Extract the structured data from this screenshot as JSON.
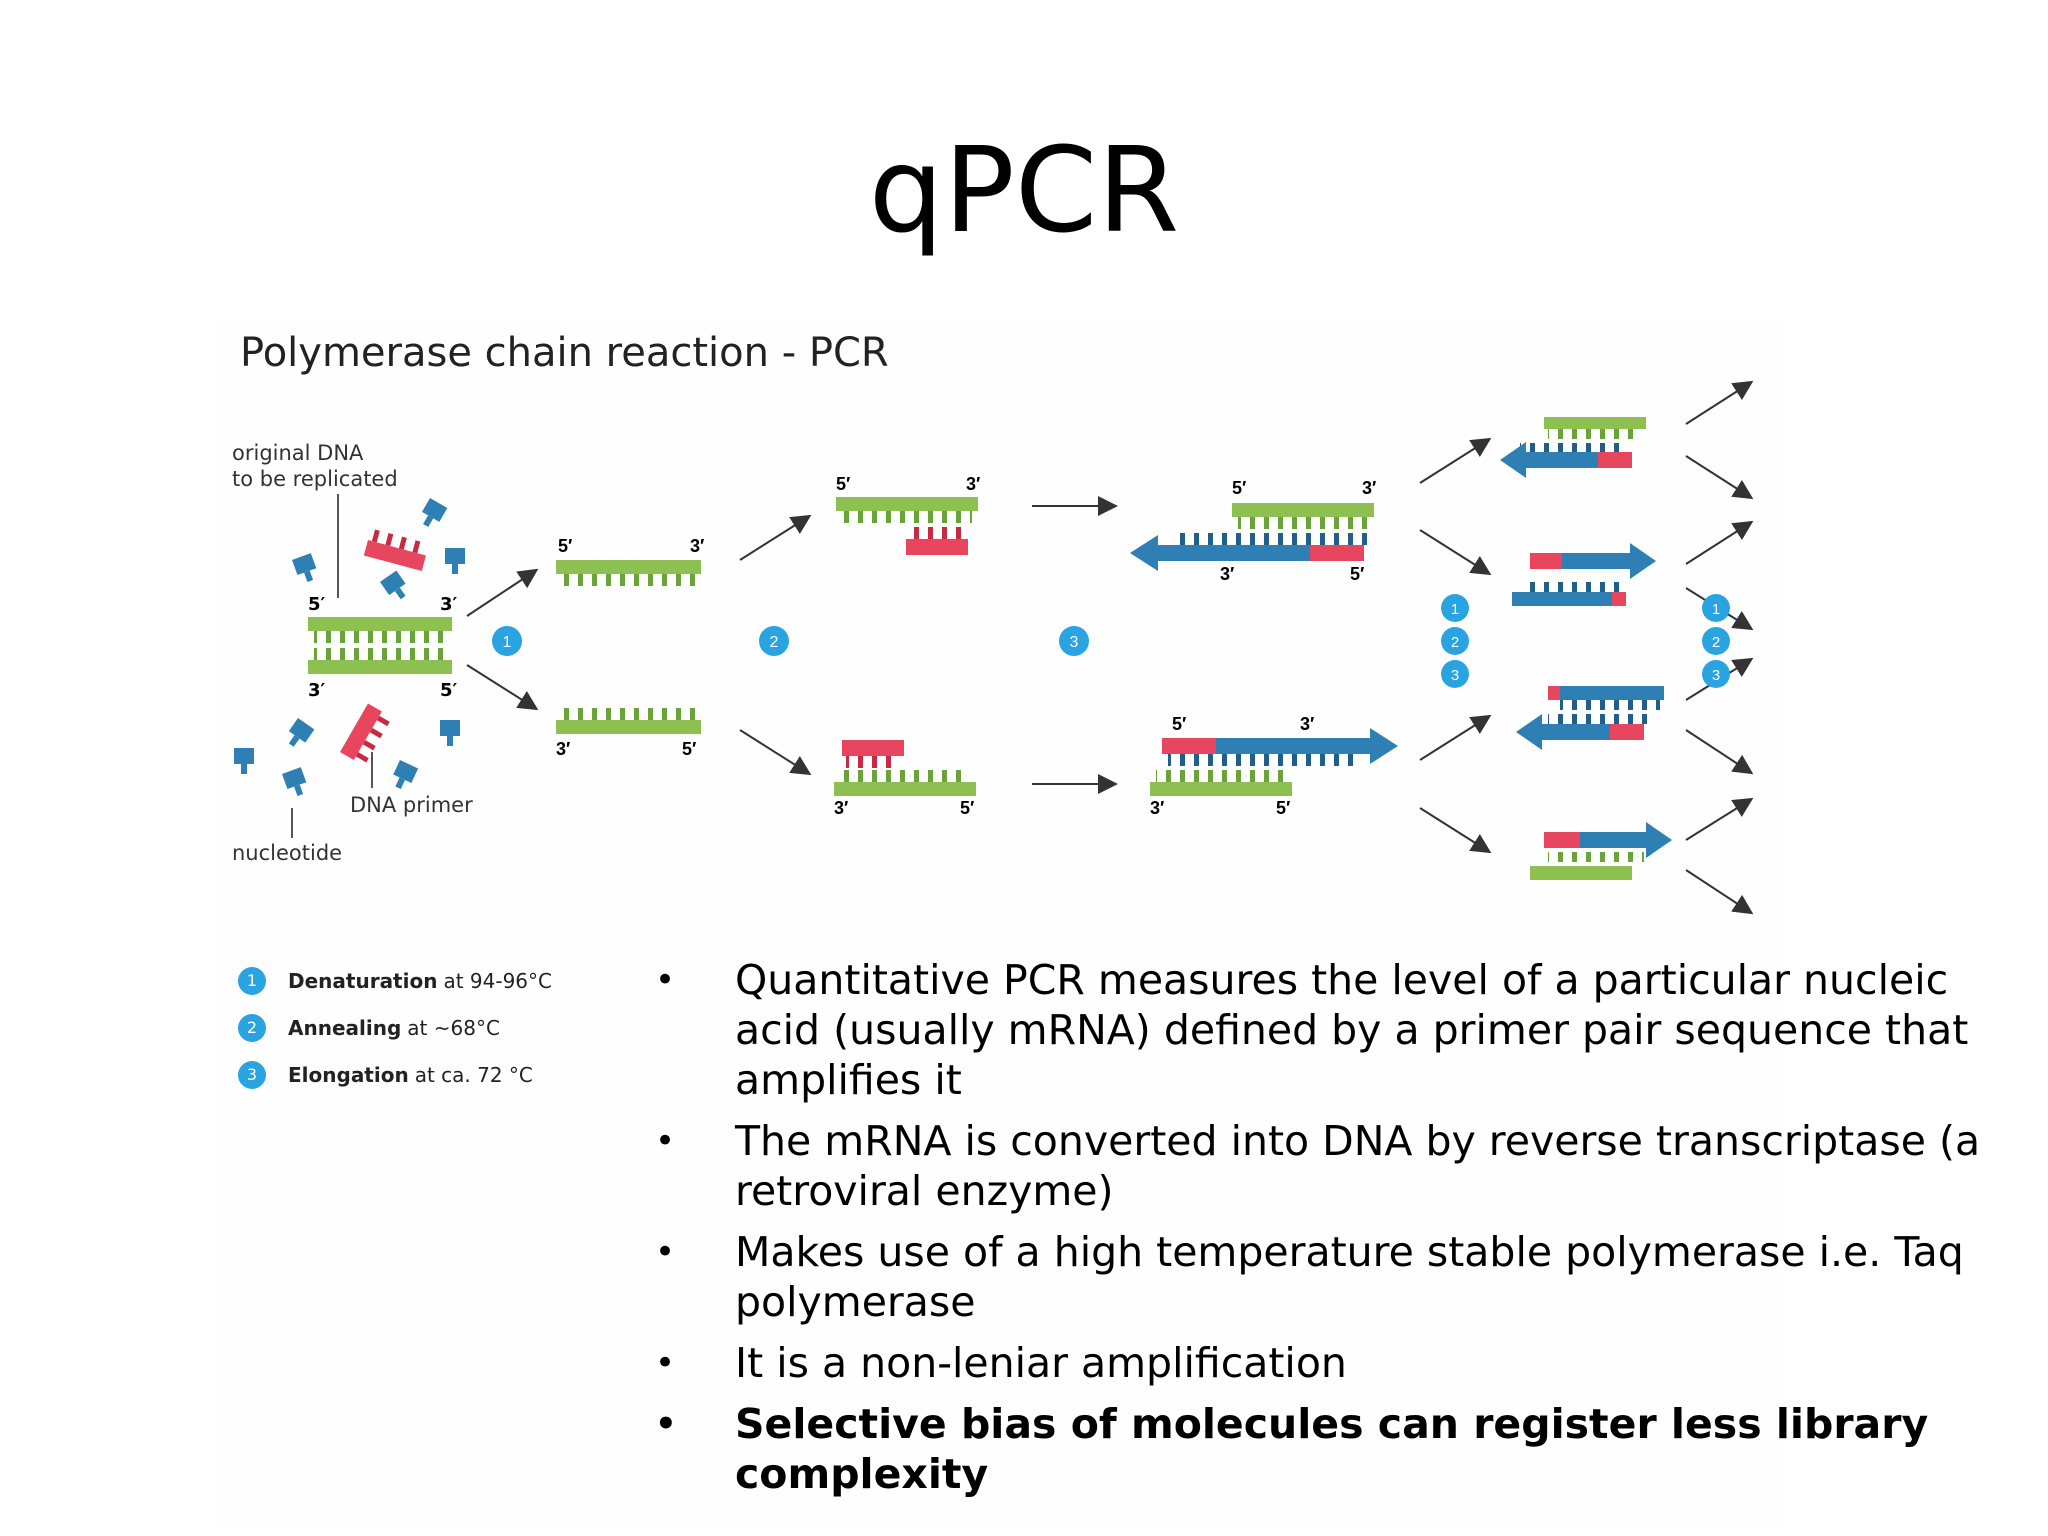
{
  "slide": {
    "title": "qPCR"
  },
  "figure": {
    "title": "Polymerase chain reaction - PCR",
    "labels": {
      "original_dna_line1": "original DNA",
      "original_dna_line2": "to be replicated",
      "dna_primer": "DNA primer",
      "nucleotide": "nucleotide",
      "five_prime": "5′",
      "three_prime": "3′"
    },
    "steps": [
      "1",
      "2",
      "3"
    ],
    "legend": [
      {
        "num": "1",
        "bold": "Denaturation",
        "rest": "at 94-96°C"
      },
      {
        "num": "2",
        "bold": "Annealing",
        "rest": "at ~68°C"
      },
      {
        "num": "3",
        "bold": "Elongation",
        "rest": "at ca. 72 °C"
      }
    ],
    "colors": {
      "template": "#8cc152",
      "primer": "#e8455f",
      "new_strand": "#2e7fb3",
      "step_circle": "#2aa4e0",
      "arrow": "#333333"
    }
  },
  "bullets": [
    {
      "bullet": "•",
      "text": "Quantitative PCR measures the level of a particular nucleic acid (usually mRNA) defined by a primer pair sequence that amplifies it",
      "bold": false
    },
    {
      "bullet": "•",
      "text": "The mRNA is converted into DNA by reverse transcriptase (a retroviral enzyme)",
      "bold": false
    },
    {
      "bullet": "•",
      "text": "Makes use of a high temperature stable polymerase i.e. Taq polymerase",
      "bold": false
    },
    {
      "bullet": "•",
      "text": "It is a non-leniar amplification",
      "bold": false
    },
    {
      "bullet": "•",
      "text": "Selective bias of molecules can register less library complexity",
      "bold": true
    }
  ]
}
